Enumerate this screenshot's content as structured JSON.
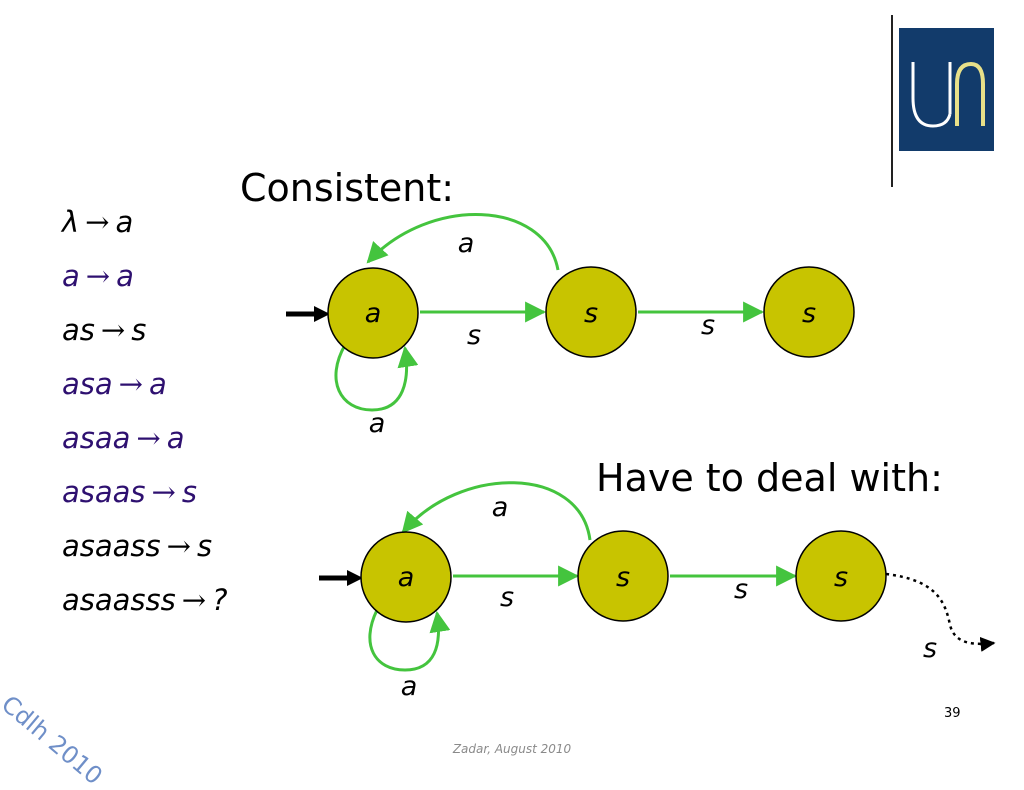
{
  "rules": [
    {
      "word": "λ",
      "output": "a",
      "color": "black"
    },
    {
      "word": "a",
      "output": "a",
      "color": "purple"
    },
    {
      "word": "as",
      "output": "s",
      "color": "black"
    },
    {
      "word": "asa",
      "output": "a",
      "color": "purple"
    },
    {
      "word": "asaa",
      "output": "a",
      "color": "purple"
    },
    {
      "word": "asaas",
      "output": "s",
      "color": "purple"
    },
    {
      "word": "asaass",
      "output": "s",
      "color": "black"
    },
    {
      "word": "asaasss",
      "output": "?",
      "color": "black"
    }
  ],
  "arrow_symbol": "→",
  "diagram1": {
    "title": "Consistent:",
    "states": [
      "a",
      "s",
      "s"
    ],
    "edge_labels": {
      "self_loop": "a",
      "back": "a",
      "e1": "s",
      "e2": "s"
    }
  },
  "diagram2": {
    "title": "Have to deal with:",
    "states": [
      "a",
      "s",
      "s"
    ],
    "edge_labels": {
      "self_loop": "a",
      "back": "a",
      "e1": "s",
      "e2": "s",
      "out": "s"
    }
  },
  "watermark": "Cdlh 2010",
  "footer": "Zadar, August 2010",
  "page_number": "39",
  "colors": {
    "state_fill": "#c8c400",
    "edge": "#44c43e",
    "logo_bg": "#123b6b",
    "logo_accent": "#e8e089",
    "purple_text": "#2e1070",
    "watermark": "#6f8fc8"
  }
}
